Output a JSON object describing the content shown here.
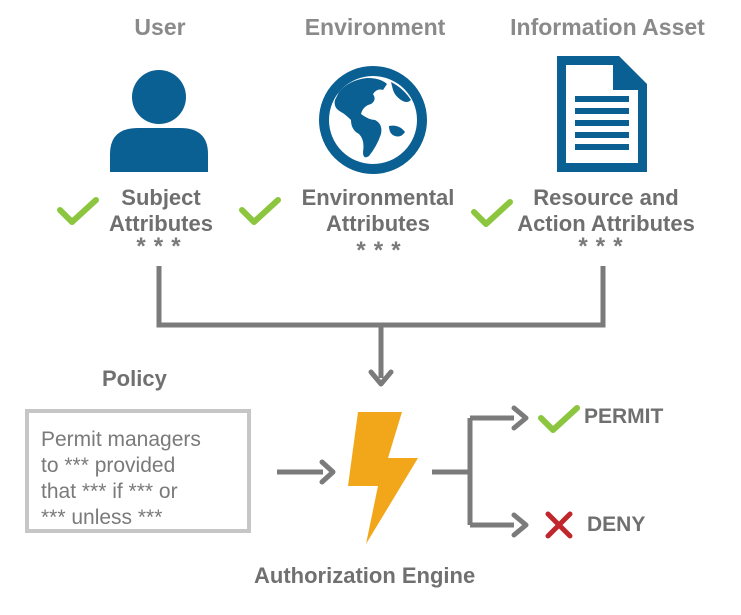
{
  "columns": [
    {
      "header": "User",
      "attr_line1": "Subject",
      "attr_line2": "Attributes",
      "stars": "***",
      "icon": "user-icon"
    },
    {
      "header": "Environment",
      "attr_line1": "Environmental",
      "attr_line2": "Attributes",
      "stars": "***",
      "icon": "globe-icon"
    },
    {
      "header": "Information Asset",
      "attr_line1": "Resource and",
      "attr_line2": "Action Attributes",
      "stars": "***",
      "icon": "document-icon"
    }
  ],
  "policy": {
    "label": "Policy",
    "lines": [
      "Permit managers",
      "to *** provided",
      "that *** if *** or",
      "*** unless ***"
    ]
  },
  "engine": {
    "label": "Authorization Engine",
    "icon": "lightning-icon"
  },
  "outcomes": {
    "permit": "PERMIT",
    "deny": "DENY"
  },
  "colors": {
    "icon_blue": "#0a5f93",
    "check_green": "#8cc63f",
    "deny_red": "#c0272d",
    "bolt_orange": "#f2a71b",
    "connector_gray": "#7b7b7b",
    "box_border": "#c6c6c6"
  }
}
